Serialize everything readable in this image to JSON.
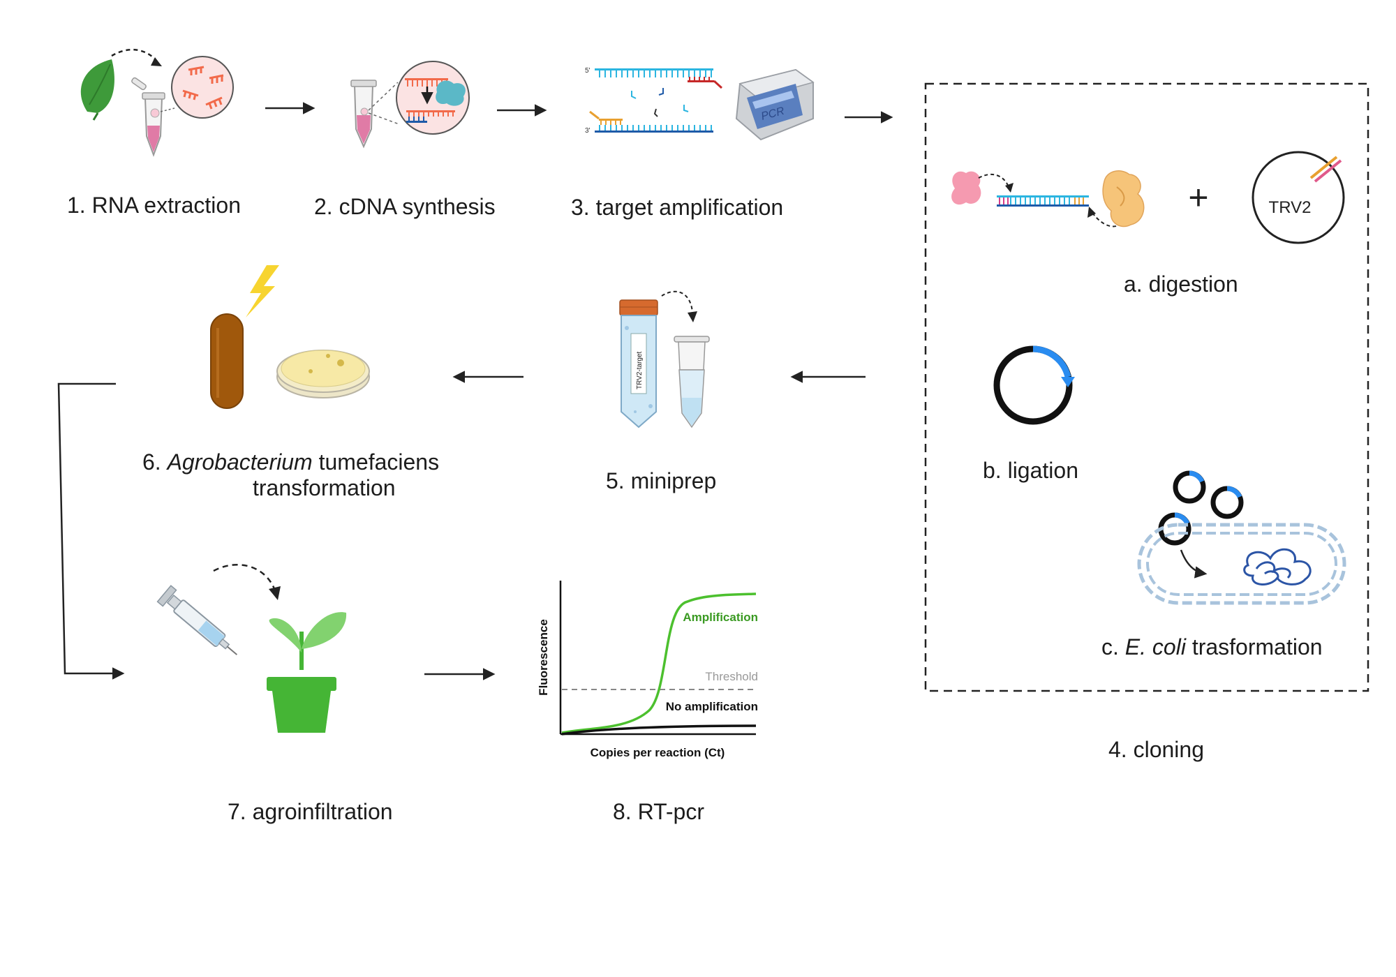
{
  "steps": {
    "s1": "1.  RNA extraction",
    "s2": "2. cDNA synthesis",
    "s3": "3. target amplification",
    "s4": "4. cloning",
    "s5": "5. miniprep",
    "s6_num": "6.",
    "s6_italic": "Agrobacterium",
    "s6_rest": "tumefaciens",
    "s6_line2": "transformation",
    "s7": "7. agroinfiltration",
    "s8": "8. RT-pcr"
  },
  "cloning": {
    "a": "a. digestion",
    "b": "b. ligation",
    "c_prefix": "c.",
    "c_italic": "E. coli",
    "c_rest": "trasformation",
    "plasmid": "TRV2",
    "plus": "+"
  },
  "icons": {
    "pcr_label": "PCR",
    "tube_label": "TRV2-target",
    "strand_5": "5'",
    "strand_3": "3'"
  },
  "chart_data": {
    "type": "line",
    "xlabel": "Copies per reaction (Ct)",
    "ylabel": "Fluorescence",
    "threshold_label": "Threshold",
    "series": [
      {
        "name": "Amplification",
        "color": "#4cc02e"
      },
      {
        "name": "No amplification",
        "color": "#111111"
      }
    ]
  },
  "colors": {
    "leaf": "#3e9a3a",
    "rna": "#f26a4a",
    "dna_top": "#2bb5e0",
    "dna_bottom": "#1e5aa8",
    "plant": "#45b535",
    "bacterium": "#a0580c",
    "plasmid_arc": "#2a8cf0"
  }
}
